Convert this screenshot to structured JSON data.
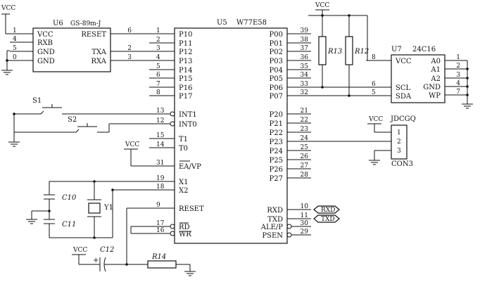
{
  "power": {
    "vcc": "VCC"
  },
  "u6": {
    "ref": "U6",
    "part": "GS-89m-J",
    "left_pins": [
      {
        "num": "1",
        "name": "VCC"
      },
      {
        "num": "4",
        "name": "RXB"
      },
      {
        "num": "5",
        "name": "GND"
      },
      {
        "num": "0",
        "name": "GND"
      }
    ],
    "right_pins": [
      {
        "num": "6",
        "name": "RESET"
      },
      {
        "num": "2",
        "name": "TXA"
      },
      {
        "num": "3",
        "name": "RXA"
      }
    ]
  },
  "u5": {
    "ref": "U5",
    "part": "W77E58",
    "left_pins": [
      {
        "num": "1",
        "name": "P10"
      },
      {
        "num": "2",
        "name": "P11"
      },
      {
        "num": "3",
        "name": "P12"
      },
      {
        "num": "4",
        "name": "P13"
      },
      {
        "num": "5",
        "name": "P14"
      },
      {
        "num": "6",
        "name": "P15"
      },
      {
        "num": "7",
        "name": "P16"
      },
      {
        "num": "8",
        "name": "P17"
      },
      {
        "num": "13",
        "name": "INT1"
      },
      {
        "num": "12",
        "name": "INT0"
      },
      {
        "num": "15",
        "name": "T1"
      },
      {
        "num": "14",
        "name": "T0"
      },
      {
        "num": "31",
        "name": "EA/VP"
      },
      {
        "num": "19",
        "name": "X1"
      },
      {
        "num": "18",
        "name": "X2"
      },
      {
        "num": "9",
        "name": "RESET"
      },
      {
        "num": "17",
        "name": "RD"
      },
      {
        "num": "16",
        "name": "WR"
      }
    ],
    "right_pins": [
      {
        "num": "39",
        "name": "P00"
      },
      {
        "num": "38",
        "name": "P01"
      },
      {
        "num": "37",
        "name": "P02"
      },
      {
        "num": "36",
        "name": "P03"
      },
      {
        "num": "35",
        "name": "P04"
      },
      {
        "num": "34",
        "name": "P05"
      },
      {
        "num": "33",
        "name": "P06"
      },
      {
        "num": "32",
        "name": "P07"
      },
      {
        "num": "21",
        "name": "P20"
      },
      {
        "num": "22",
        "name": "P21"
      },
      {
        "num": "23",
        "name": "P22"
      },
      {
        "num": "24",
        "name": "P23"
      },
      {
        "num": "25",
        "name": "P24"
      },
      {
        "num": "26",
        "name": "P25"
      },
      {
        "num": "27",
        "name": "P26"
      },
      {
        "num": "28",
        "name": "P27"
      },
      {
        "num": "10",
        "name": "RXD"
      },
      {
        "num": "11",
        "name": "TXD"
      },
      {
        "num": "30",
        "name": "ALE/P"
      },
      {
        "num": "29",
        "name": "PSEN"
      }
    ]
  },
  "u7": {
    "ref": "U7",
    "part": "24C16",
    "left_pins": [
      {
        "num": "8",
        "name": "VCC"
      },
      {
        "num": "6",
        "name": "SCL"
      },
      {
        "num": "5",
        "name": "SDA"
      }
    ],
    "right_pins": [
      {
        "num": "1",
        "name": "A0"
      },
      {
        "num": "2",
        "name": "A1"
      },
      {
        "num": "3",
        "name": "A2"
      },
      {
        "num": "4",
        "name": "GND"
      },
      {
        "num": "7",
        "name": "WP"
      }
    ]
  },
  "connector": {
    "title": "JDCGQ",
    "ref": "CON3",
    "pins": [
      {
        "num": "1"
      },
      {
        "num": "2"
      },
      {
        "num": "3"
      }
    ]
  },
  "components": {
    "r13": "R13",
    "r12": "R12",
    "r14": "R14",
    "c10": "C10",
    "c11": "C11",
    "c12": "C12",
    "y1": "Y1",
    "s1": "S1",
    "s2": "S2"
  },
  "ports": {
    "rxd": "RXD",
    "txd": "TXD"
  }
}
